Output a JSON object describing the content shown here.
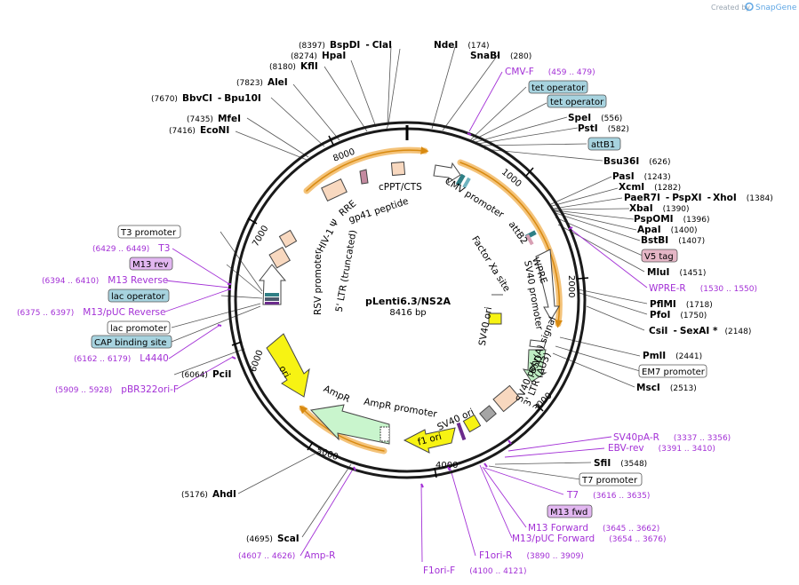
{
  "header": {
    "credit": "Created by",
    "brand": "SnapGene"
  },
  "plasmid": {
    "name": "pLenti6.3/NS2A",
    "length": "8416 bp"
  },
  "scale_ticks": [
    "1000",
    "2000",
    "3000",
    "4000",
    "5000",
    "6000",
    "7000",
    "8000"
  ],
  "enzymes": [
    {
      "pos": "(8397)",
      "name": "BspDI",
      "sep": "-",
      "name2": "ClaI"
    },
    {
      "pos": "(8274)",
      "name": "HpaI"
    },
    {
      "pos": "(8180)",
      "name": "KflI"
    },
    {
      "pos": "(7823)",
      "name": "AleI"
    },
    {
      "pos": "(7670)",
      "name": "BbvCI",
      "sep": "-",
      "name2": "Bpu10I"
    },
    {
      "pos": "(7435)",
      "name": "MfeI"
    },
    {
      "pos": "(7416)",
      "name": "EcoNI"
    },
    {
      "name": "NdeI",
      "pos": "(174)"
    },
    {
      "name": "SnaBI",
      "pos": "(280)"
    },
    {
      "name": "SpeI",
      "pos": "(556)"
    },
    {
      "name": "PstI",
      "pos": "(582)"
    },
    {
      "name": "Bsu36I",
      "pos": "(626)"
    },
    {
      "name": "PasI",
      "pos": "(1243)"
    },
    {
      "name": "XcmI",
      "pos": "(1282)"
    },
    {
      "name": "PaeR7I",
      "sep": "-",
      "name2": "PspXI",
      "sep2": "-",
      "name3": "XhoI",
      "pos": "(1384)"
    },
    {
      "name": "XbaI",
      "pos": "(1390)"
    },
    {
      "name": "PspOMI",
      "pos": "(1396)"
    },
    {
      "name": "ApaI",
      "pos": "(1400)"
    },
    {
      "name": "BstBI",
      "pos": "(1407)"
    },
    {
      "name": "MluI",
      "pos": "(1451)"
    },
    {
      "name": "PflMI",
      "pos": "(1718)"
    },
    {
      "name": "PfoI",
      "pos": "(1750)"
    },
    {
      "name": "CsiI",
      "sep": "-",
      "name2": "SexAI *",
      "pos": "(2148)"
    },
    {
      "name": "PmlI",
      "pos": "(2441)"
    },
    {
      "name": "MscI",
      "pos": "(2513)"
    },
    {
      "name": "SfiI",
      "pos": "(3548)"
    },
    {
      "pos": "(6064)",
      "name": "PciI"
    },
    {
      "pos": "(5176)",
      "name": "AhdI"
    },
    {
      "pos": "(4695)",
      "name": "ScaI"
    }
  ],
  "primers": [
    {
      "name": "CMV-F",
      "pos": "(459 .. 479)"
    },
    {
      "name": "WPRE-R",
      "pos": "(1530 .. 1550)"
    },
    {
      "name": "T3",
      "pos": "(6429 .. 6449)"
    },
    {
      "name": "M13 Reverse",
      "pos": "(6394 .. 6410)"
    },
    {
      "name": "M13/pUC Reverse",
      "pos": "(6375 .. 6397)"
    },
    {
      "name": "L4440",
      "pos": "(6162 .. 6179)"
    },
    {
      "name": "pBR322ori-F",
      "pos": "(5909 .. 5928)"
    },
    {
      "name": "SV40pA-R",
      "pos": "(3337 .. 3356)"
    },
    {
      "name": "EBV-rev",
      "pos": "(3391 .. 3410)"
    },
    {
      "name": "T7",
      "pos": "(3616 .. 3635)"
    },
    {
      "name": "M13 Forward",
      "pos": "(3645 .. 3662)"
    },
    {
      "name": "M13/pUC Forward",
      "pos": "(3654 .. 3676)"
    },
    {
      "name": "F1ori-R",
      "pos": "(3890 .. 3909)"
    },
    {
      "name": "F1ori-F",
      "pos": "(4100 .. 4121)"
    },
    {
      "name": "Amp-R",
      "pos": "(4607 .. 4626)"
    }
  ],
  "boxed_features": [
    {
      "name": "tet operator",
      "style": "teal"
    },
    {
      "name": "tet operator",
      "style": "teal"
    },
    {
      "name": "attB1",
      "style": "teal"
    },
    {
      "name": "V5 tag",
      "style": "pink"
    },
    {
      "name": "EM7 promoter",
      "style": "white"
    },
    {
      "name": "T7 promoter",
      "style": "white"
    },
    {
      "name": "M13 fwd",
      "style": "violet"
    },
    {
      "name": "T3 promoter",
      "style": "white"
    },
    {
      "name": "M13 rev",
      "style": "violet"
    },
    {
      "name": "lac operator",
      "style": "teal"
    },
    {
      "name": "lac promoter",
      "style": "white"
    },
    {
      "name": "CAP binding site",
      "style": "teal"
    }
  ],
  "inner_features": [
    "CMV promoter",
    "attB2",
    "WPRE",
    "SV40 promoter",
    "BSD",
    "SV40 poly(A) signal",
    "3' LTR (ΔU3)",
    "SV40 ori",
    "f1 ori",
    "AmpR promoter",
    "AmpR",
    "ori",
    "RSV promoter",
    "5' LTR (truncated)",
    "HIV-1 Ψ",
    "RRE",
    "gp41 peptide",
    "cPPT/CTS",
    "Factor Xa site",
    "SV40 ori"
  ],
  "colors": {
    "primer": "#a330d6",
    "teal_box": "#a7d3df",
    "pink_box": "#e5b6c6",
    "violet_box": "#e2b7f1",
    "orange_arc": "#f4a71d",
    "ori_yellow": "#f7f313",
    "ampr_green": "#c9f5cd",
    "bsd_green": "#bfeec4",
    "ltr_peach": "#f8d8bf",
    "brand_blue": "#5ea6e4"
  }
}
